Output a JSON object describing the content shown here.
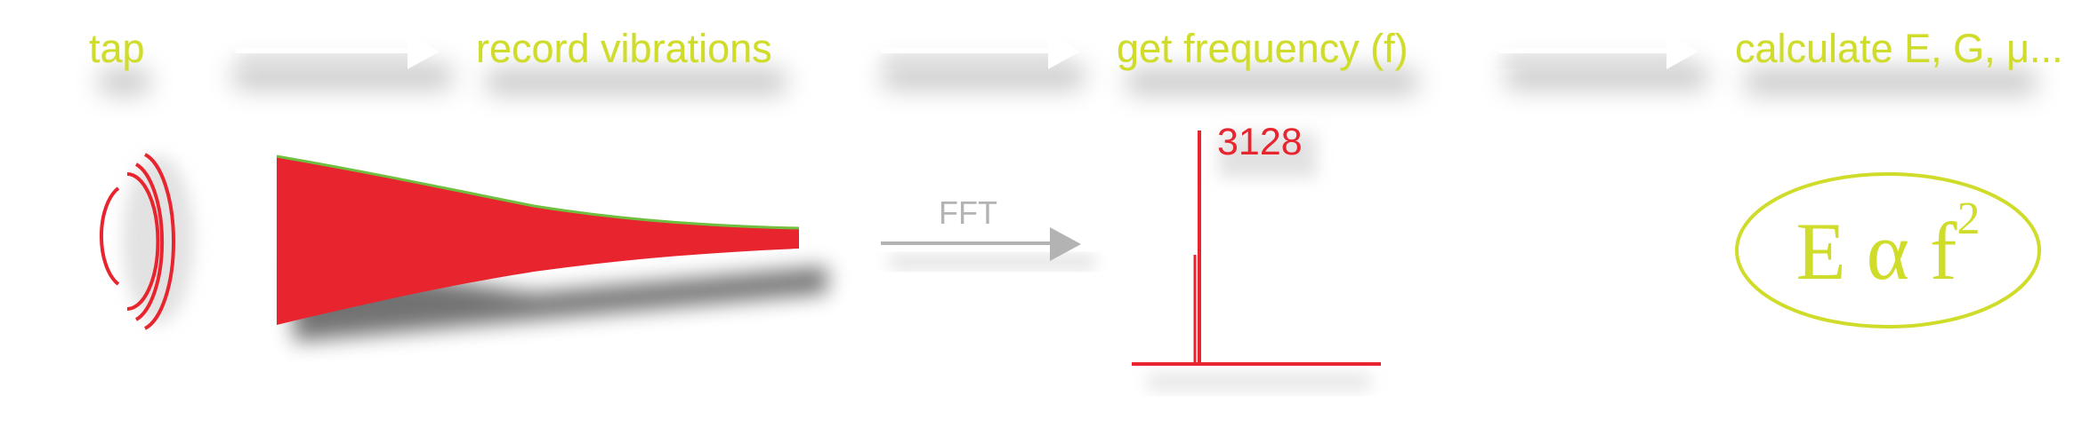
{
  "steps": {
    "tap": "tap",
    "record": "record vibrations",
    "frequency": "get frequency (f)",
    "calculate": "calculate E, G, μ..."
  },
  "fft": {
    "label": "FFT",
    "peak_value": "3128"
  },
  "formula": {
    "base": "E α f",
    "exponent": "2"
  },
  "colors": {
    "accent_yellow": "#cfdc2a",
    "signal_red": "#e8252f",
    "signal_green": "#6fbf3f",
    "arrow_gray": "#b3b3b3",
    "arrow_white": "#ffffff"
  },
  "icons": {
    "tap": "sound-waves-icon",
    "flow_arrow": "arrow-right-icon"
  }
}
